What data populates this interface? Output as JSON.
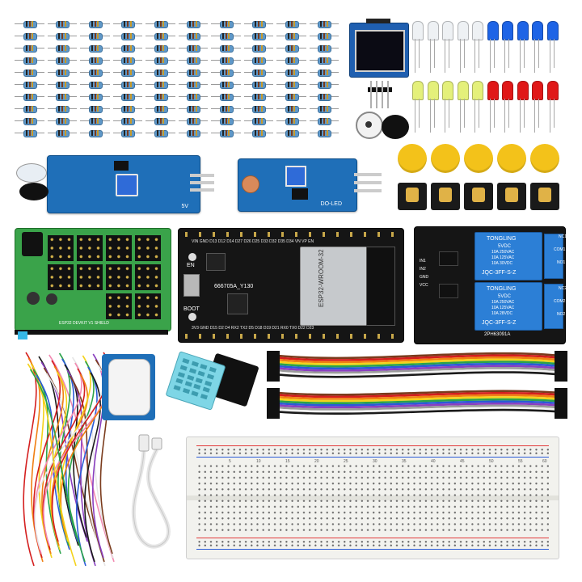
{
  "colors": {
    "background": "#ffffff",
    "blue_pcb": "#1f6fb8",
    "green_pcb": "#3aa34a",
    "black_pcb": "#151515",
    "relay_blue": "#2c7fd6",
    "button_cap_yellow": "#f3c21a",
    "led_red": "#e01818",
    "led_blue": "#1e64e6",
    "led_yellow": "#e4f07a",
    "breadboard": "#f2f2ee",
    "rail_red": "#e23a3a",
    "rail_blue": "#2a5bd7"
  },
  "items": {
    "resistors": {
      "rows": 10,
      "cols": 10
    },
    "leds": {
      "top_row": [
        "clear",
        "clear",
        "clear",
        "clear",
        "clear",
        "blue",
        "blue",
        "blue",
        "blue",
        "blue"
      ],
      "bottom_row": [
        "yellow",
        "yellow",
        "yellow",
        "yellow",
        "yellow",
        "red",
        "red",
        "red",
        "red",
        "red"
      ]
    },
    "button_caps": 5,
    "tact_switches": 5,
    "jumper_ribbon_colors": [
      "#7a3b1c",
      "#d41e1e",
      "#f07f12",
      "#f4d21a",
      "#2aa34a",
      "#2a5bd7",
      "#8a3fc0",
      "#9a9a9a",
      "#f2f2f2",
      "#1a1a1a"
    ]
  },
  "labels": {
    "relay_brand": "TONGLING",
    "relay_voltage": "5VDC",
    "relay_rating_1": "10A 250VAC",
    "relay_rating_2": "10A 125VAC",
    "relay_rating_3": "10A 30VDC",
    "relay_rating_4": "10A 28VDC",
    "relay_model": "JQC-3FF-S-Z",
    "relay_board_code": "2PH63091A",
    "relay_pin_no1": "NO1",
    "relay_pin_com1": "COM1",
    "relay_pin_nc1": "NC1",
    "relay_pin_no2": "NO2",
    "relay_pin_com2": "COM2",
    "relay_pin_nc2": "NC2",
    "relay_in_1": "IN1",
    "relay_in_2": "IN2",
    "relay_gnd": "GND",
    "relay_vcc": "VCC",
    "esp_module": "ESP32-WROOM-32",
    "esp_board_code": "666705A_Y130",
    "esp_en": "EN",
    "esp_boot": "BOOT",
    "esp_top_pins": "VIN GND D13 D12 D14 D27 D26 D25 D33 D32 D35 D34 VN VP EN",
    "esp_bottom_pins": "3V3 GND D15 D2 D4 RX2 TX2 D5 D18 D19 D21 RX0 TX0 D22 D23",
    "shield_label": "ESP32 DEVKIT V1 SHIELD",
    "sensor_label": "DO-LED",
    "ir_label": "5V",
    "tick_5": "5",
    "tick_10": "10",
    "tick_15": "15",
    "tick_20": "20",
    "tick_25": "25",
    "tick_30": "30",
    "tick_35": "35",
    "tick_40": "40",
    "tick_45": "45",
    "tick_50": "50",
    "tick_55": "55",
    "tick_60": "60"
  }
}
